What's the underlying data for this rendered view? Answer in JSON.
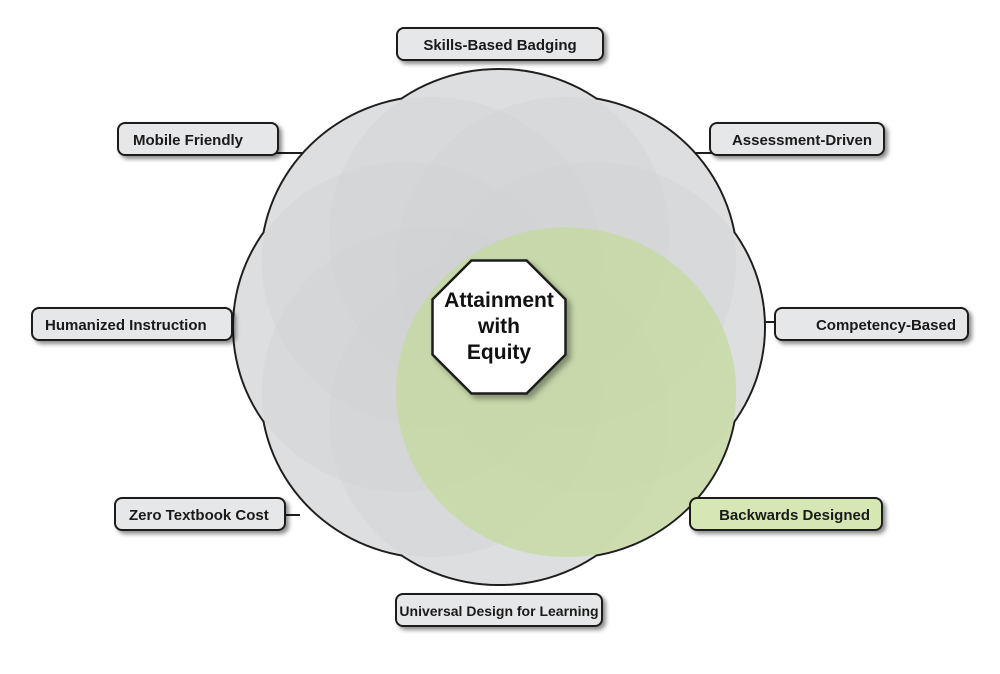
{
  "center": {
    "lines": [
      "Attainment",
      "with",
      "Equity"
    ]
  },
  "labels": [
    {
      "id": "skills-based-badging",
      "text": "Skills-Based Badging",
      "highlight": false
    },
    {
      "id": "assessment-driven",
      "text": "Assessment-Driven",
      "highlight": false
    },
    {
      "id": "competency-based",
      "text": "Competency-Based",
      "highlight": false
    },
    {
      "id": "backwards-designed",
      "text": "Backwards Designed",
      "highlight": true
    },
    {
      "id": "universal-design-for-learning",
      "text": "Universal Design for Learning",
      "highlight": false
    },
    {
      "id": "zero-textbook-cost",
      "text": "Zero Textbook Cost",
      "highlight": false
    },
    {
      "id": "humanized-instruction",
      "text": "Humanized Instruction",
      "highlight": false
    },
    {
      "id": "mobile-friendly",
      "text": "Mobile Friendly",
      "highlight": false
    }
  ],
  "colors": {
    "circle_fill": "#cfd1d4",
    "circle_outer": "#e6e7e8",
    "highlight_fill": "#c3d99a",
    "highlight_pill": "#d5e7b3",
    "pill_fill": "#e6e7e9",
    "outline": "#1e1e1e"
  }
}
